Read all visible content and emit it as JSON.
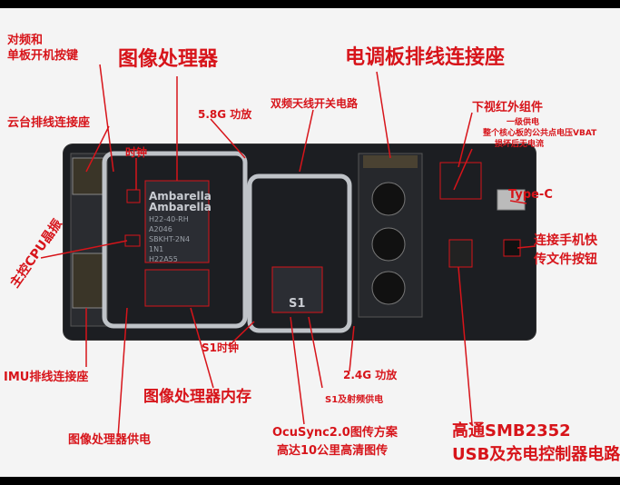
{
  "labels": {
    "duipin": "对频和",
    "danban": "单板开机按键",
    "image_proc": "图像处理器",
    "esc_conn": "电调板排线连接座",
    "gimbal_conn": "云台排线连接座",
    "g58": "5.8G 功放",
    "dual_antenna": "双频天线开关电路",
    "ir_down": "下视红外组件",
    "power1": "一级供电",
    "power2": "整个核心板的公共点电压VBAT",
    "power3": "损坏后无电流",
    "clock": "时钟",
    "typec": "Type-C",
    "main_cpu": "主控CPU晶振",
    "phone_btn1": "连接手机快",
    "phone_btn2": "传文件按钮",
    "imu_conn": "IMU排线连接座",
    "s1_clock": "S1时钟",
    "g24": "2.4G 功放",
    "img_mem": "图像处理器内存",
    "s1_rf": "S1及射频供电",
    "img_power": "图像处理器供电",
    "ocu1": "OcuSync2.0图传方案",
    "ocu2": "高达10公里高清图传",
    "qcom1": "高通SMB2352",
    "qcom2": "USB及充电控制器电路"
  },
  "chips": {
    "ambarella1": "Ambarella",
    "ambarella2": "H22-40-RH",
    "ambarella3": "A2046",
    "ambarella4": "SBKHT-2N4",
    "ambarella5": "1N1",
    "ambarella6": "H22A55",
    "s1": "S1"
  },
  "colors": {
    "accent": "#d7141a"
  }
}
